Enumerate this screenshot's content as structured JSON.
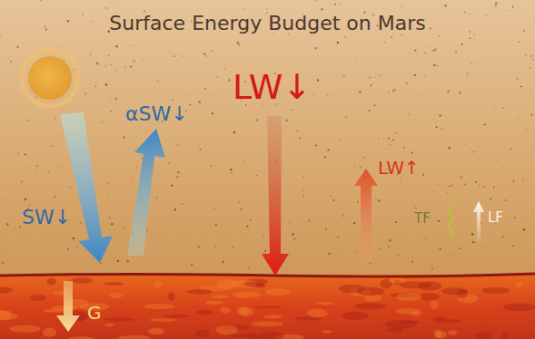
{
  "diagram": {
    "title": "Surface Energy Budget on Mars",
    "labels": [
      "αSW↓",
      "LW↓",
      "LW↑",
      "TF",
      "LF",
      "SW↓",
      "G"
    ]
  }
}
